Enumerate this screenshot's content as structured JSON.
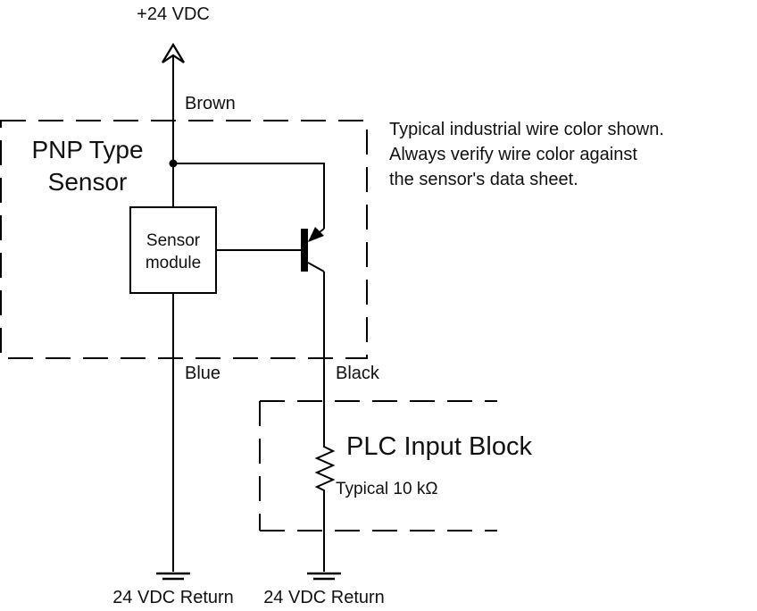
{
  "diagram": {
    "title": "PNP sensor wiring to PLC input",
    "supply_label": "+24 VDC",
    "sensor_block": {
      "title_line1": "PNP Type",
      "title_line2": "Sensor",
      "module_line1": "Sensor",
      "module_line2": "module"
    },
    "wires": {
      "brown": "Brown",
      "blue": "Blue",
      "black": "Black"
    },
    "note": {
      "line1": "Typical industrial wire color shown.",
      "line2": "Always verify wire color against",
      "line3": "the sensor's data sheet."
    },
    "plc_block": {
      "title": "PLC Input Block",
      "resistor_label": "Typical 10 kΩ"
    },
    "grounds": {
      "left_label": "24 VDC Return",
      "right_label": "24 VDC Return"
    },
    "components": [
      "supply-arrow",
      "junction",
      "sensor-module",
      "pnp-transistor",
      "resistor",
      "ground-left",
      "ground-right"
    ],
    "colors": {
      "line": "#000000",
      "background": "#ffffff",
      "text": "#111111"
    }
  }
}
